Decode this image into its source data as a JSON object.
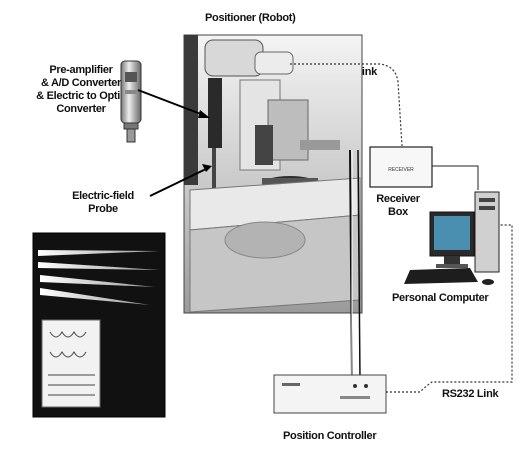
{
  "labels": {
    "positioner": "Positioner (Robot)",
    "optic_fiber": "Optic Fiber Link",
    "preamp_1": "Pre-amplifier",
    "preamp_2": "& A/D Converter",
    "preamp_3": "& Electric to Optic",
    "preamp_4": "Converter",
    "probe_1": "Electric-field",
    "probe_2": "Probe",
    "receiver_1": "Receiver",
    "receiver_2": "Box",
    "receiver_box_text": "RECEIVER",
    "pc": "Personal Computer",
    "rs232": "RS232 Link",
    "controller": "Position Controller"
  }
}
